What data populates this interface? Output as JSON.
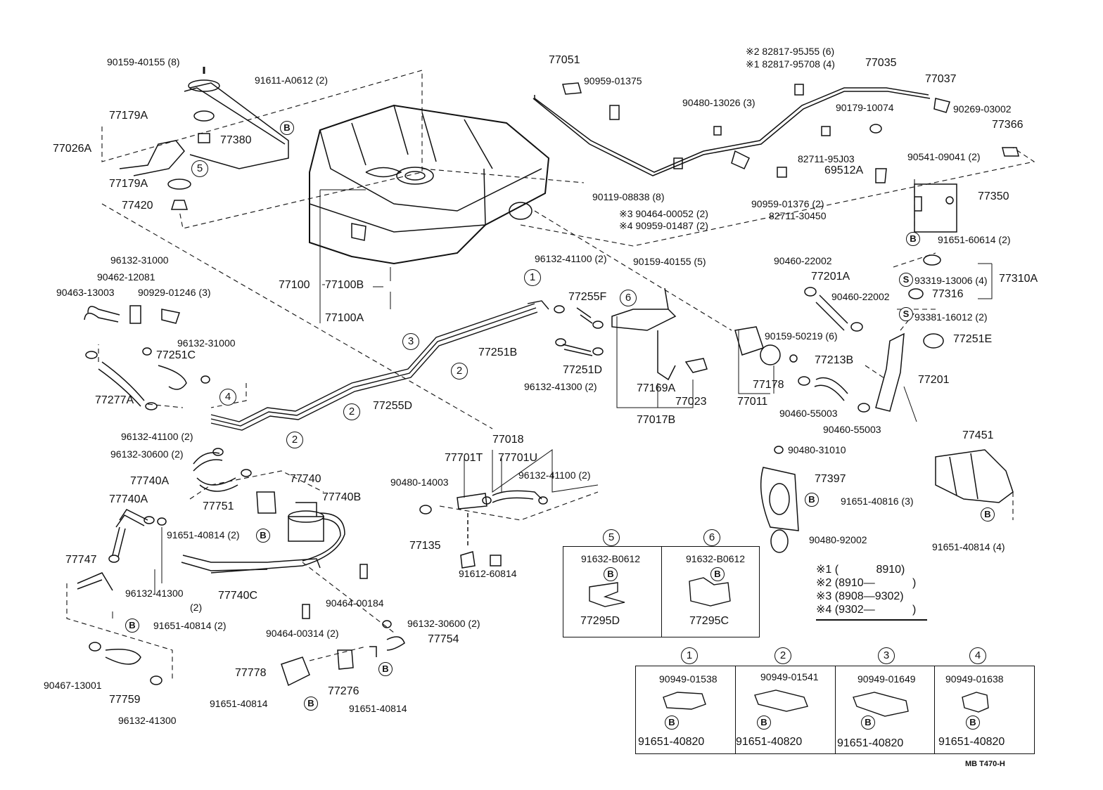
{
  "diagram_code": "MB  T470-H",
  "callouts": [
    {
      "id": "c01",
      "text": "90159-40155 (8)"
    },
    {
      "id": "c02",
      "text": "91611-A0612 (2)"
    },
    {
      "id": "c03",
      "text": "77179A"
    },
    {
      "id": "c04",
      "text": "77380"
    },
    {
      "id": "c05",
      "text": "77026A"
    },
    {
      "id": "c06",
      "text": "77179A"
    },
    {
      "id": "c07",
      "text": "77420"
    },
    {
      "id": "c08",
      "text": "77051"
    },
    {
      "id": "c09",
      "text": "90959-01375"
    },
    {
      "id": "c10",
      "text": "※2 82817-95J55 (6)"
    },
    {
      "id": "c11",
      "text": "※1 82817-95708 (4)"
    },
    {
      "id": "c12",
      "text": "77035"
    },
    {
      "id": "c13",
      "text": "77037"
    },
    {
      "id": "c14",
      "text": "90480-13026 (3)"
    },
    {
      "id": "c15",
      "text": "90179-10074"
    },
    {
      "id": "c16",
      "text": "90269-03002"
    },
    {
      "id": "c17",
      "text": "77366"
    },
    {
      "id": "c18",
      "text": "82711-95J03"
    },
    {
      "id": "c19",
      "text": "90541-09041 (2)"
    },
    {
      "id": "c20",
      "text": "69512A"
    },
    {
      "id": "c21",
      "text": "77350"
    },
    {
      "id": "c22",
      "text": "90119-08838 (8)"
    },
    {
      "id": "c23",
      "text": "※3 90464-00052 (2)"
    },
    {
      "id": "c24",
      "text": "※4 90959-01487 (2)"
    },
    {
      "id": "c25",
      "text": "90959-01376 (2)"
    },
    {
      "id": "c26",
      "text": "82711-30450"
    },
    {
      "id": "c27",
      "text": "91651-60614 (2)"
    },
    {
      "id": "c28",
      "text": "96132-31000"
    },
    {
      "id": "c29",
      "text": "90462-12081"
    },
    {
      "id": "c30",
      "text": "90463-13003"
    },
    {
      "id": "c31",
      "text": "90929-01246 (3)"
    },
    {
      "id": "c32",
      "text": "77100"
    },
    {
      "id": "c33",
      "text": "77100B"
    },
    {
      "id": "c34",
      "text": "77100A"
    },
    {
      "id": "c35",
      "text": "96132-41100 (2)"
    },
    {
      "id": "c36",
      "text": "90159-40155 (5)"
    },
    {
      "id": "c37",
      "text": "90460-22002"
    },
    {
      "id": "c38",
      "text": "77201A"
    },
    {
      "id": "c39",
      "text": "93319-13006 (4)"
    },
    {
      "id": "c40",
      "text": "77310A"
    },
    {
      "id": "c41",
      "text": "90460-22002"
    },
    {
      "id": "c42",
      "text": "77316"
    },
    {
      "id": "c43",
      "text": "93381-16012 (2)"
    },
    {
      "id": "c44",
      "text": "77251E"
    },
    {
      "id": "c45",
      "text": "77255F"
    },
    {
      "id": "c46",
      "text": "96132-31000"
    },
    {
      "id": "c47",
      "text": "77251C"
    },
    {
      "id": "c48",
      "text": "77251B"
    },
    {
      "id": "c49",
      "text": "90159-50219 (6)"
    },
    {
      "id": "c50",
      "text": "77213B"
    },
    {
      "id": "c51",
      "text": "77201"
    },
    {
      "id": "c52",
      "text": "77251D"
    },
    {
      "id": "c53",
      "text": "96132-41300 (2)"
    },
    {
      "id": "c54",
      "text": "77169A"
    },
    {
      "id": "c55",
      "text": "77023"
    },
    {
      "id": "c56",
      "text": "77178"
    },
    {
      "id": "c57",
      "text": "77011"
    },
    {
      "id": "c58",
      "text": "90460-55003"
    },
    {
      "id": "c59",
      "text": "77277A"
    },
    {
      "id": "c60",
      "text": "77255D"
    },
    {
      "id": "c61",
      "text": "77017B"
    },
    {
      "id": "c62",
      "text": "90460-55003"
    },
    {
      "id": "c63",
      "text": "96132-41100 (2)"
    },
    {
      "id": "c64",
      "text": "77018"
    },
    {
      "id": "c65",
      "text": "77451"
    },
    {
      "id": "c66",
      "text": "96132-30600 (2)"
    },
    {
      "id": "c67",
      "text": "77701T"
    },
    {
      "id": "c68",
      "text": "77701U"
    },
    {
      "id": "c69",
      "text": "90480-31010"
    },
    {
      "id": "c70",
      "text": "77740A"
    },
    {
      "id": "c71",
      "text": "77740"
    },
    {
      "id": "c72",
      "text": "90480-14003"
    },
    {
      "id": "c73",
      "text": "96132-41100 (2)"
    },
    {
      "id": "c74",
      "text": "77397"
    },
    {
      "id": "c75",
      "text": "77740A"
    },
    {
      "id": "c76",
      "text": "77751"
    },
    {
      "id": "c77",
      "text": "77740B"
    },
    {
      "id": "c78",
      "text": "91651-40816 (3)"
    },
    {
      "id": "c79",
      "text": "91651-40814 (2)"
    },
    {
      "id": "c80",
      "text": "77135"
    },
    {
      "id": "c81",
      "text": "90480-92002"
    },
    {
      "id": "c82",
      "text": "91651-40814 (4)"
    },
    {
      "id": "c83",
      "text": "77747"
    },
    {
      "id": "c84",
      "text": "91612-60814"
    },
    {
      "id": "c85",
      "text": "96132-41300"
    },
    {
      "id": "c86",
      "text": "(2)"
    },
    {
      "id": "c87",
      "text": "77740C"
    },
    {
      "id": "c88",
      "text": "90464-00184"
    },
    {
      "id": "c89",
      "text": "91651-40814 (2)"
    },
    {
      "id": "c90",
      "text": "90464-00314 (2)"
    },
    {
      "id": "c91",
      "text": "96132-30600 (2)"
    },
    {
      "id": "c92",
      "text": "77754"
    },
    {
      "id": "c93",
      "text": "77778"
    },
    {
      "id": "c94",
      "text": "77276"
    },
    {
      "id": "c95",
      "text": "91651-40814"
    },
    {
      "id": "c96",
      "text": "91651-40814"
    },
    {
      "id": "c97",
      "text": "90467-13001"
    },
    {
      "id": "c98",
      "text": "77759"
    },
    {
      "id": "c99",
      "text": "96132-41300"
    }
  ],
  "marker_labels": {
    "b": "B",
    "s": "S",
    "one": "1",
    "two": "2",
    "three": "3",
    "four": "4",
    "five": "5",
    "six": "6"
  },
  "detail_box_56": {
    "panel5": {
      "number": "5",
      "part": "91632-B0612",
      "ref": "77295D"
    },
    "panel6": {
      "number": "6",
      "part": "91632-B0612",
      "ref": "77295C"
    }
  },
  "detail_box_1234": [
    {
      "number": "1",
      "clamp": "90949-01538",
      "bolt": "91651-40820"
    },
    {
      "number": "2",
      "clamp": "90949-01541",
      "bolt": "91651-40820"
    },
    {
      "number": "3",
      "clamp": "90949-01649",
      "bolt": "91651-40820"
    },
    {
      "number": "4",
      "clamp": "90949-01638",
      "bolt": "91651-40820"
    }
  ],
  "legend_notes": [
    {
      "mark": "※1",
      "range": "(            8910)"
    },
    {
      "mark": "※2",
      "range": "(8910—            )"
    },
    {
      "mark": "※3",
      "range": "(8908—9302)"
    },
    {
      "mark": "※4",
      "range": "(9302—            )"
    }
  ]
}
